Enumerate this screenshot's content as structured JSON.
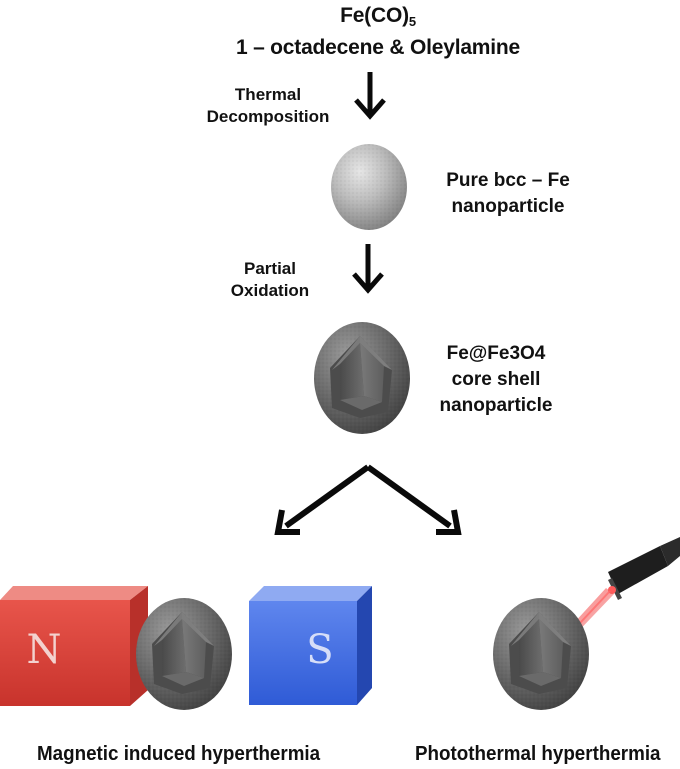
{
  "precursor": {
    "formula_main": "Fe(CO)",
    "formula_sub": "5",
    "solvents": "1 – octadecene & Oleylamine"
  },
  "steps": [
    {
      "line1": "Thermal",
      "line2": "Decomposition"
    },
    {
      "line1": "Partial",
      "line2": "Oxidation"
    }
  ],
  "products": [
    {
      "line1": "Pure bcc – Fe",
      "line2": "nanoparticle"
    },
    {
      "line1": "Fe@Fe3O4",
      "line2": "core shell",
      "line3": "nanoparticle"
    }
  ],
  "magnets": {
    "north": "N",
    "south": "S"
  },
  "applications": [
    {
      "label": "Magnetic induced hyperthermia"
    },
    {
      "label": "Photothermal hyperthermia"
    }
  ],
  "colors": {
    "magnet_north": "#e0453c",
    "magnet_south": "#3f6ee0",
    "laser_beam": "#e83a3a",
    "particle_shell": "#6a6a6a",
    "arrow": "#0a0a0a"
  }
}
